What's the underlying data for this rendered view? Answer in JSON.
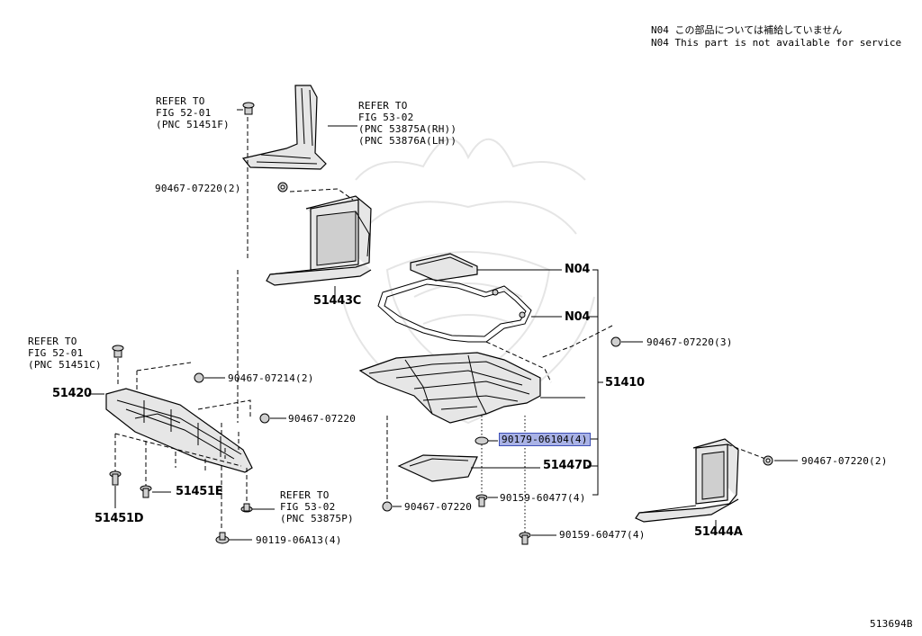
{
  "notes": {
    "line_jp": "N04 この部品については補給していません",
    "line_en": "N04 This part is not available for service"
  },
  "callouts": {
    "refer_52_01_top": "REFER TO\nFIG 52-01\n(PNC 51451F)",
    "refer_53_02_top": "REFER TO\nFIG 53-02\n(PNC 53875A(RH))\n(PNC 53876A(LH))",
    "refer_52_01_left": "REFER TO\nFIG 52-01\n(PNC 51451C)",
    "refer_53_02_bottom": "REFER TO\nFIG 53-02\n(PNC 53875P)",
    "c_90467_07220_2_top": "90467-07220(2)",
    "c_90467_07214_2": "90467-07214(2)",
    "c_90467_07220_mid": "90467-07220",
    "c_90119_06a13_4": "90119-06A13(4)",
    "c_90467_07220_3": "90467-07220(3)",
    "c_90179_06104_4": "90179-06104(4)",
    "c_90159_60477_4_a": "90159-60477(4)",
    "c_90467_07220_bottom": "90467-07220",
    "c_90159_60477_4_b": "90159-60477(4)",
    "c_90467_07220_2_right": "90467-07220(2)"
  },
  "parts": {
    "p_51443c": "51443C",
    "p_n04_a": "N04",
    "p_n04_b": "N04",
    "p_51410": "51410",
    "p_51420": "51420",
    "p_51451e": "51451E",
    "p_51451d": "51451D",
    "p_51447d": "51447D",
    "p_51444a": "51444A"
  },
  "figure_id": "513694B",
  "highlight_color": "#a9b2e6"
}
